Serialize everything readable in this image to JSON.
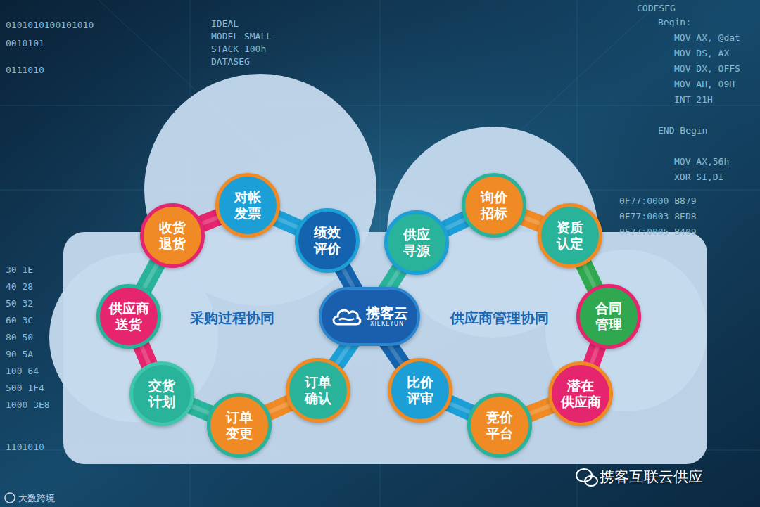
{
  "diagram": {
    "nodes": [
      {
        "text": [
          "收货 退货"
        ]
      },
      {
        "text": [
          "对帐 发票"
        ]
      },
      {
        "text": [
          "绩效 评价"
        ]
      },
      {
        "text": [
          "供应商 送货"
        ]
      },
      {
        "text": [
          "携客云",
          "XIEKEYUN"
        ]
      },
      {
        "text": [
          "交货 计划"
        ]
      },
      {
        "text": [
          "订单 变更"
        ]
      },
      {
        "text": [
          "订单 确认"
        ]
      },
      {
        "text": [
          "供应 寻源"
        ]
      },
      {
        "text": [
          "询价 招标"
        ]
      },
      {
        "text": [
          "资质 认定"
        ]
      },
      {
        "text": [
          "合同 管理"
        ]
      },
      {
        "text": [
          "比价 评审"
        ]
      },
      {
        "text": [
          "竞价 平台"
        ]
      },
      {
        "text": [
          "潜在 供应商"
        ]
      }
    ],
    "edges": [
      {
        "from": 1,
        "to": 2,
        "arrow": "none"
      },
      {
        "from": 2,
        "to": 4,
        "arrow": "none"
      },
      {
        "from": 4,
        "to": 7,
        "arrow": "none"
      },
      {
        "from": 7,
        "to": 6,
        "arrow": "none"
      },
      {
        "from": 6,
        "to": 5,
        "arrow": "none"
      },
      {
        "from": 5,
        "to": 3,
        "arrow": "none"
      },
      {
        "from": 3,
        "to": 0,
        "arrow": "none"
      },
      {
        "from": 0,
        "to": 1,
        "arrow": "none"
      },
      {
        "from": 4,
        "to": 8,
        "arrow": "none"
      },
      {
        "from": 8,
        "to": 9,
        "arrow": "none"
      },
      {
        "from": 9,
        "to": 10,
        "arrow": "none"
      },
      {
        "from": 10,
        "to": 11,
        "arrow": "none"
      },
      {
        "from": 11,
        "to": 14,
        "arrow": "none"
      },
      {
        "from": 14,
        "to": 13,
        "arrow": "none"
      },
      {
        "from": 13,
        "to": 12,
        "arrow": "none"
      },
      {
        "from": 12,
        "to": 4,
        "arrow": "none"
      }
    ],
    "labels": [
      "CODESEG",
      "Begin:",
      "MOV AX, @dat",
      "MOV DS, AX",
      "MOV DX, OFFS",
      "MOV AH, 09H",
      "INT 21H",
      "END Begin",
      "MOV AX,56h",
      "XOR SI,DI",
      "0F77:0000 B879",
      "0F77:0003 8ED8",
      "0F77:0005 B409",
      "0101010100101010",
      "0010101",
      "0111010",
      "IDEAL",
      "MODEL SMALL",
      "STACK 100h",
      "DATASEG",
      "30 1E",
      "40 28",
      "50 32",
      "60 3C",
      "80 50",
      "90 5A",
      "100 64",
      "500 1F4",
      "1000 3E8",
      "1101010",
      "采购过程协同",
      "供应商管理协同",
      "携客互联云供应",
      "大数跨境"
    ]
  }
}
